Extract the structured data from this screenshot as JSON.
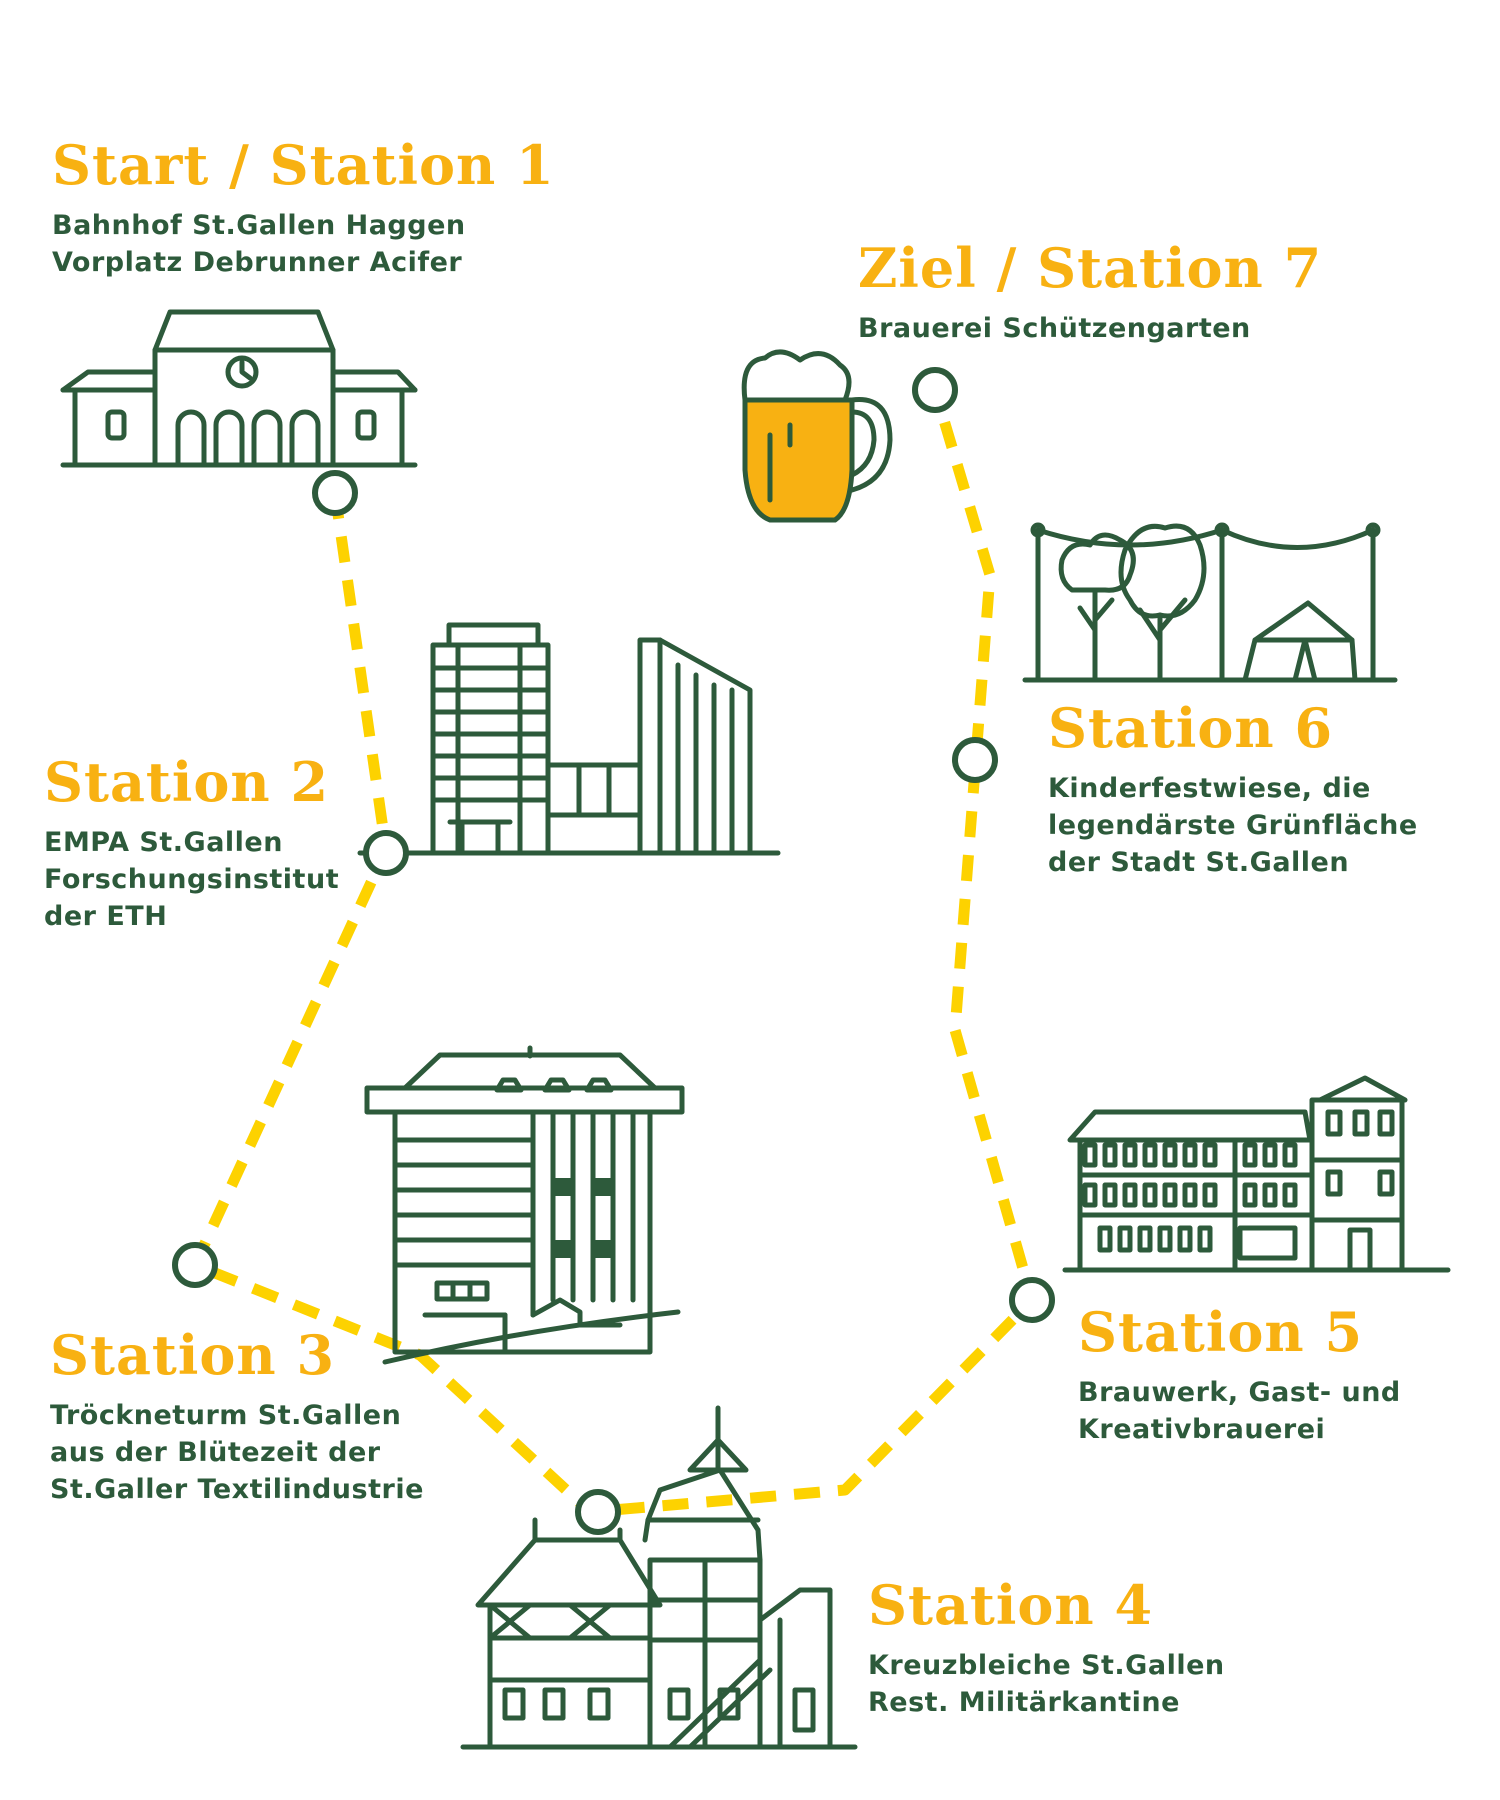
{
  "colors": {
    "title": "#f8b112",
    "text": "#2d5a3b",
    "route": "#fdd200",
    "beer": "#f8b112"
  },
  "stations": [
    {
      "id": "1",
      "title": "Start / Station 1",
      "lines": [
        "Bahnhof St.Gallen Haggen",
        "Vorplatz Debrunner Acifer"
      ],
      "icon": "train-station-icon"
    },
    {
      "id": "2",
      "title": "Station 2",
      "lines": [
        "EMPA St.Gallen",
        "Forschungsinstitut",
        "der ETH"
      ],
      "icon": "research-building-icon"
    },
    {
      "id": "3",
      "title": "Station 3",
      "lines": [
        "Tröckneturm St.Gallen",
        "aus der Blütezeit der",
        "St.Galler Textilindustrie"
      ],
      "icon": "drying-tower-icon"
    },
    {
      "id": "4",
      "title": "Station 4",
      "lines": [
        "Kreuzbleiche St.Gallen",
        "Rest. Militärkantine"
      ],
      "icon": "timber-frame-house-icon"
    },
    {
      "id": "5",
      "title": "Station 5",
      "lines": [
        "Brauwerk, Gast- und",
        "Kreativbrauerei"
      ],
      "icon": "brewery-building-icon"
    },
    {
      "id": "6",
      "title": "Station 6",
      "lines": [
        "Kinderfestwiese,  die",
        "legendärste Grünfläche",
        "der Stadt St.Gallen"
      ],
      "icon": "park-festival-icon"
    },
    {
      "id": "7",
      "title": "Ziel / Station 7",
      "lines": [
        "Brauerei Schützengarten"
      ],
      "icon": "beer-mug-icon"
    }
  ]
}
